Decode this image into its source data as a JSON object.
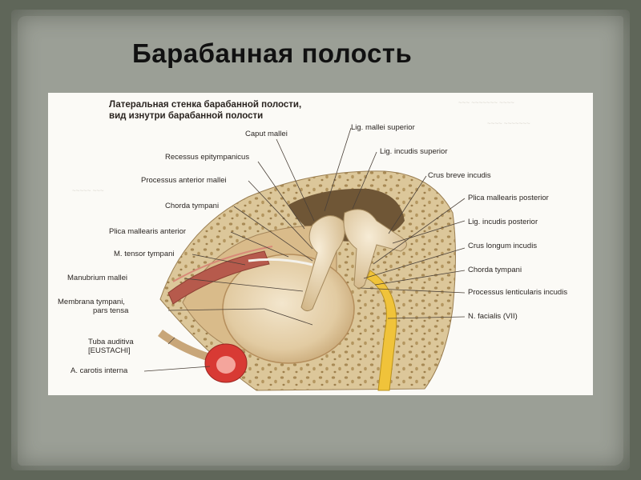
{
  "slide": {
    "title": "Барабанная полость"
  },
  "figure": {
    "caption_line1": "Латеральная стенка барабанной полости,",
    "caption_line2": "вид изнутри барабанной полости",
    "labels": {
      "caput_mallei": "Caput mallei",
      "lig_mallei_superior": "Lig. mallei superior",
      "lig_incudis_superior": "Lig. incudis superior",
      "recessus_epitympanicus": "Recessus epitympanicus",
      "crus_breve_incudis": "Crus breve incudis",
      "processus_anterior_mallei": "Processus anterior mallei",
      "plica_mallearis_posterior": "Plica mallearis posterior",
      "chorda_tympani_left": "Chorda tympani",
      "lig_incudis_posterior": "Lig. incudis posterior",
      "plica_mallearis_anterior": "Plica mallearis anterior",
      "crus_longum_incudis": "Crus longum incudis",
      "m_tensor_tympani": "M. tensor tympani",
      "chorda_tympani_right": "Chorda tympani",
      "manubrium_mallei": "Manubrium mallei",
      "processus_lenticularis_incudis": "Processus lenticularis incudis",
      "membrana_tympani_line1": "Membrana tympani,",
      "membrana_tympani_line2": "pars tensa",
      "n_facialis": "N. facialis (VII)",
      "tuba_auditiva_line1": "Tuba auditiva",
      "tuba_auditiva_line2": "[EUSTACHI]",
      "a_carotis_interna": "A. carotis interna"
    }
  }
}
